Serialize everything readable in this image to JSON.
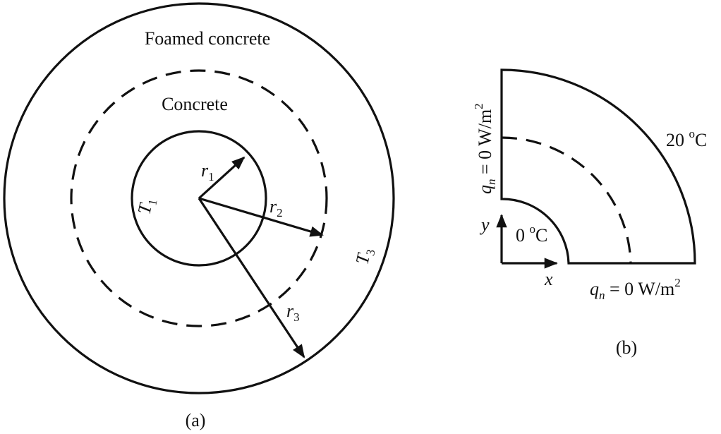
{
  "panel_a": {
    "outer_label": "Foamed concrete",
    "middle_label": "Concrete",
    "r1_main": "r",
    "r1_sub": "1",
    "r2_main": "r",
    "r2_sub": "2",
    "r3_main": "r",
    "r3_sub": "3",
    "t1_main": "T",
    "t1_sub": "1",
    "t3_main": "T",
    "t3_sub": "3",
    "caption": "(a)"
  },
  "panel_b": {
    "left_bc_q": "q",
    "left_bc_n": "n",
    "left_bc_rest": " = 0 W/m",
    "left_bc_exp": "2",
    "bottom_bc_q": "q",
    "bottom_bc_n": "n",
    "bottom_bc_rest": " = 0 W/m",
    "bottom_bc_exp": "2",
    "outer_temp_num": "20 ",
    "outer_temp_deg": "o",
    "outer_temp_unit": "C",
    "inner_temp_num": "0 ",
    "inner_temp_deg": "o",
    "inner_temp_unit": "C",
    "axis_x": "x",
    "axis_y": "y",
    "caption": "(b)"
  }
}
